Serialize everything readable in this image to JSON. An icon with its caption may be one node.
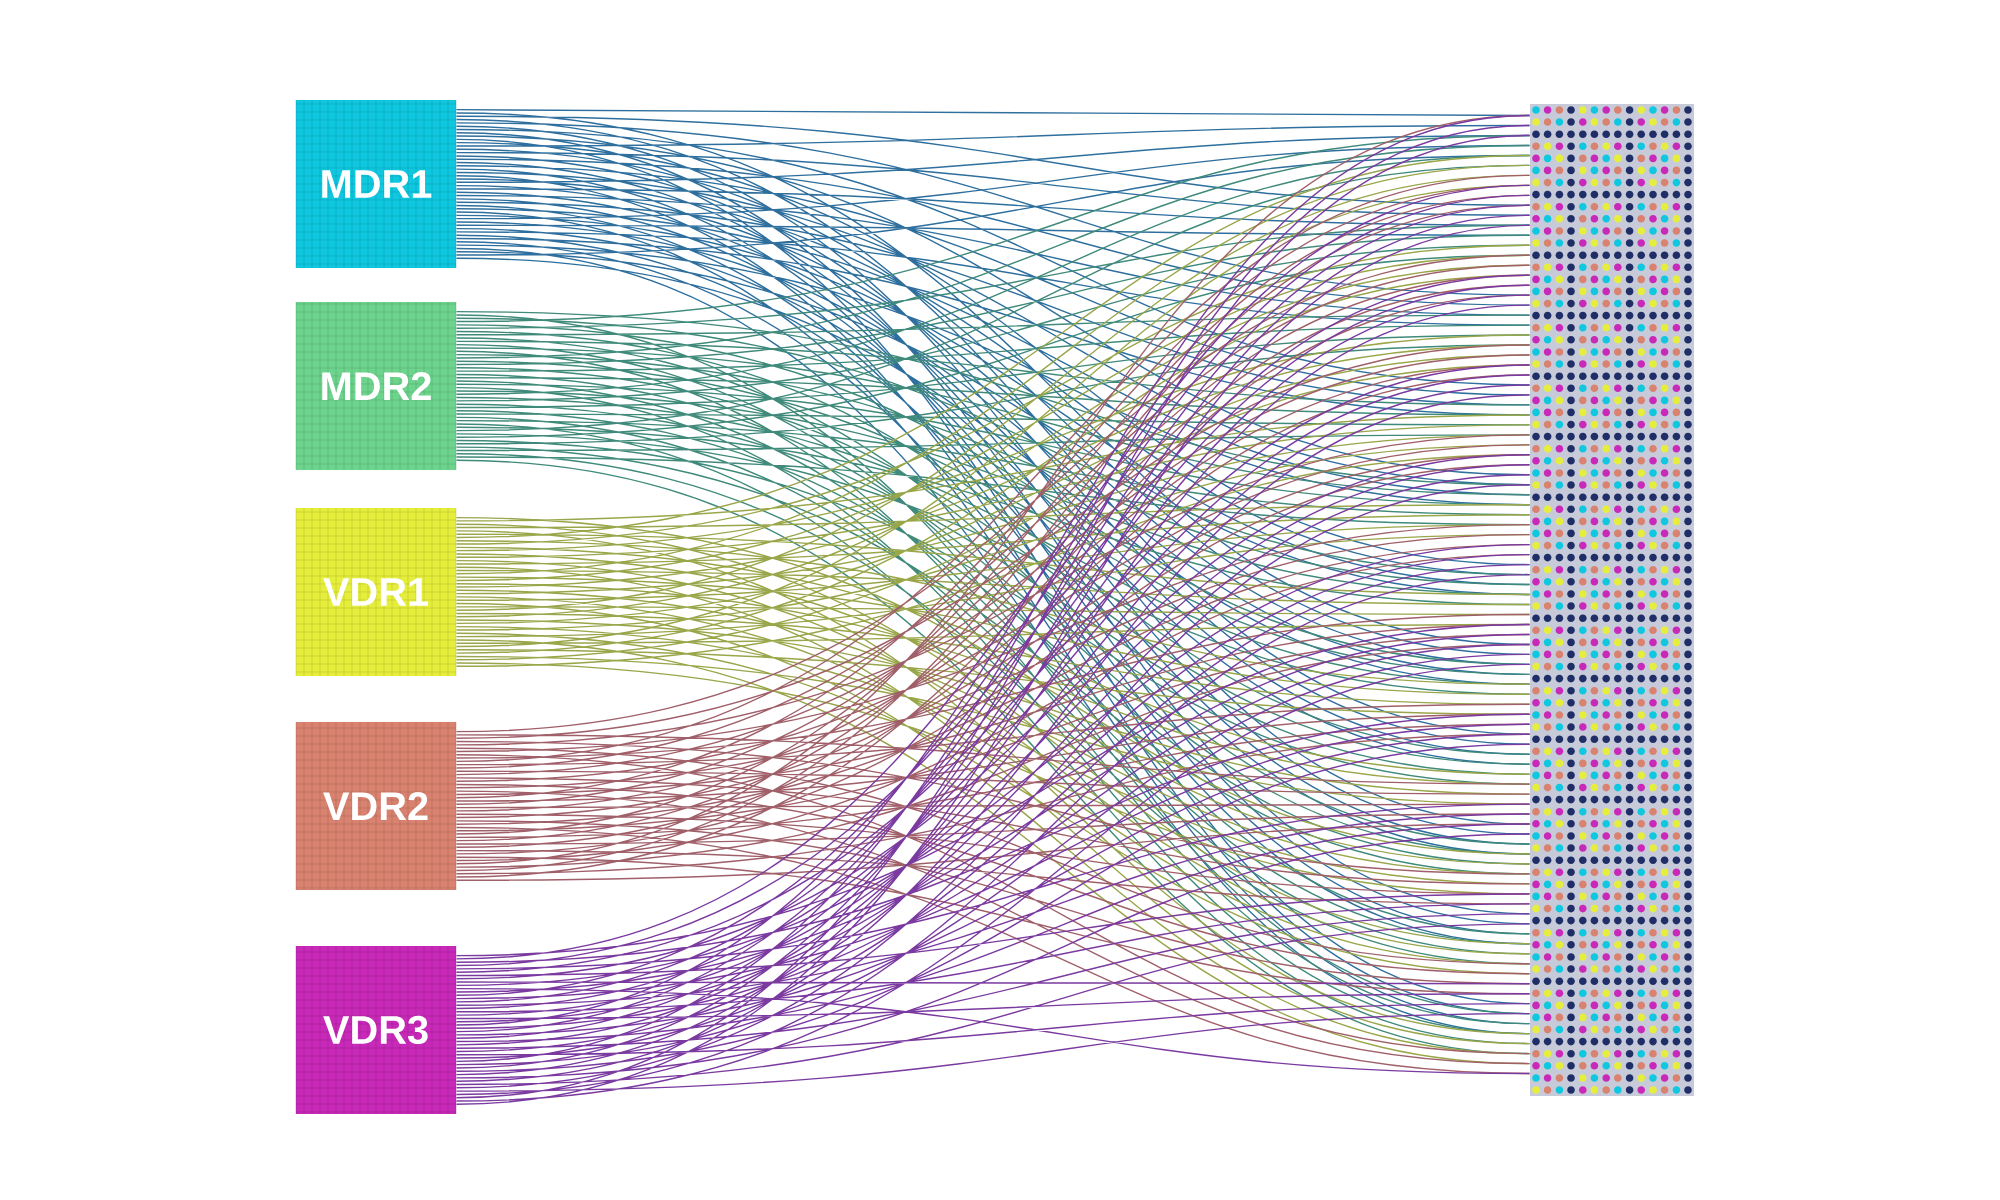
{
  "diagram": {
    "nodes": [
      {
        "text": [
          "MDR1"
        ]
      },
      {
        "text": [
          "MDR2"
        ]
      },
      {
        "text": [
          "VDR1"
        ]
      },
      {
        "text": [
          "VDR2"
        ]
      },
      {
        "text": [
          "VDR3"
        ]
      },
      {
        "text": [],
        "shape": "bar"
      }
    ],
    "edges": [
      {
        "from": 0,
        "to": 5,
        "arrow": "none",
        "color": "#2e6f9e"
      },
      {
        "from": 1,
        "to": 5,
        "arrow": "none",
        "color": "#3f8a7a"
      },
      {
        "from": 2,
        "to": 5,
        "arrow": "none",
        "color": "#9aa64a"
      },
      {
        "from": 3,
        "to": 5,
        "arrow": "none",
        "color": "#a0606a"
      },
      {
        "from": 4,
        "to": 5,
        "arrow": "none",
        "color": "#7a3aa0"
      }
    ]
  }
}
